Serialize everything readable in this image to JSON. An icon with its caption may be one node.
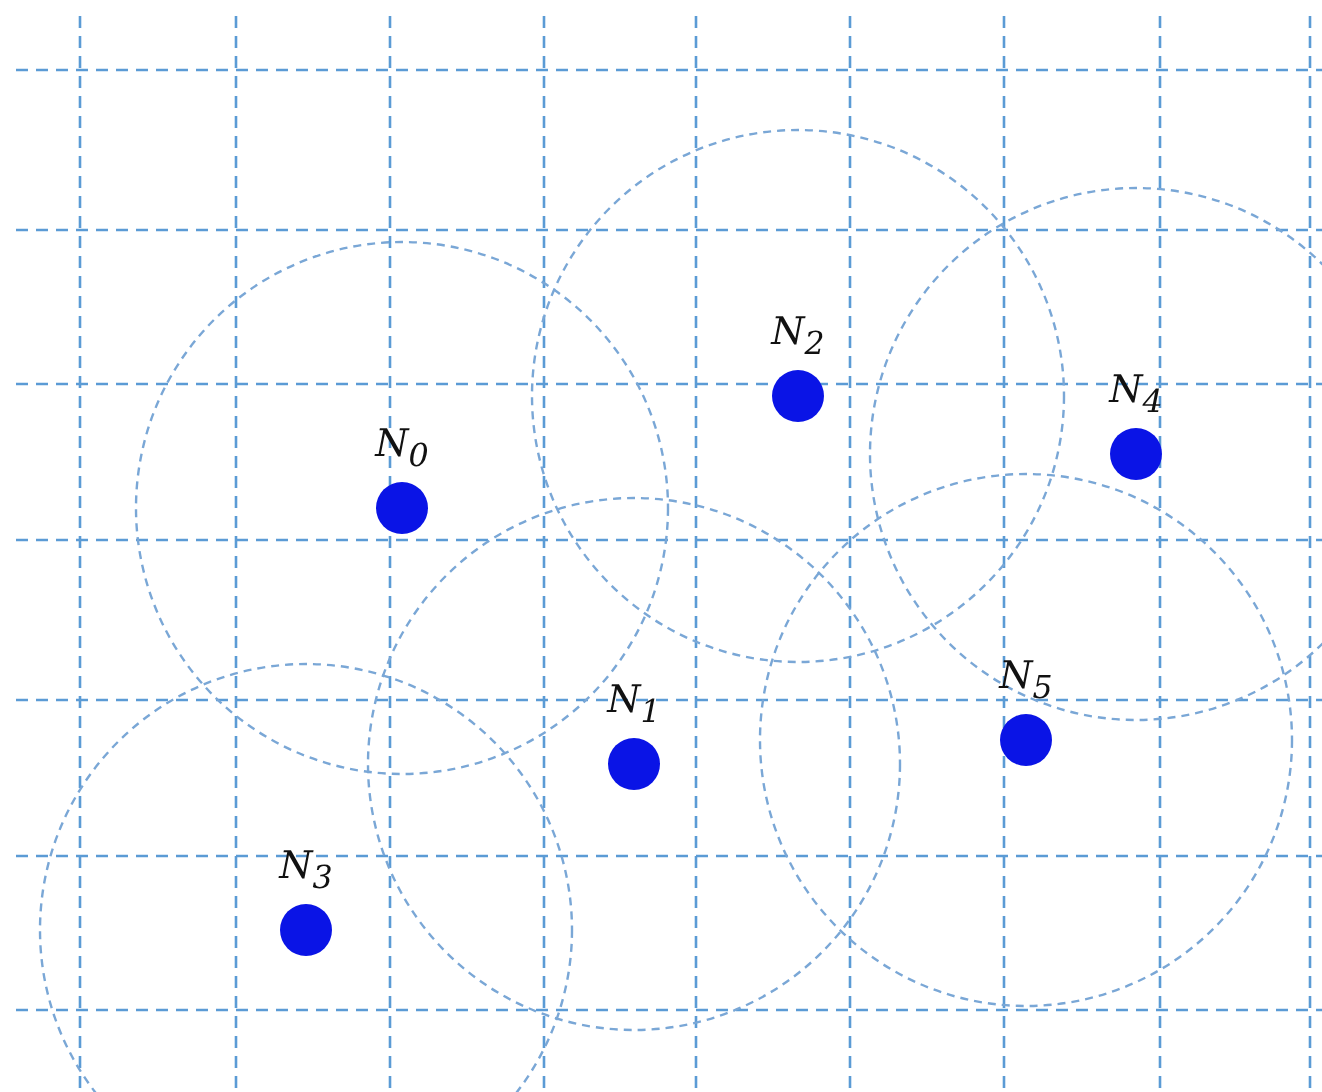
{
  "diagram": {
    "nodes": [
      {
        "text": [
          "N$_{2}$"
        ]
      },
      {
        "text": [
          "N$_{4}$"
        ]
      },
      {
        "text": [
          "N$_{0}$"
        ]
      },
      {
        "text": [
          "N$_{5}$"
        ]
      },
      {
        "text": [
          "N$_{1}$"
        ]
      },
      {
        "text": [
          "N$_{3}$"
        ]
      }
    ]
  }
}
